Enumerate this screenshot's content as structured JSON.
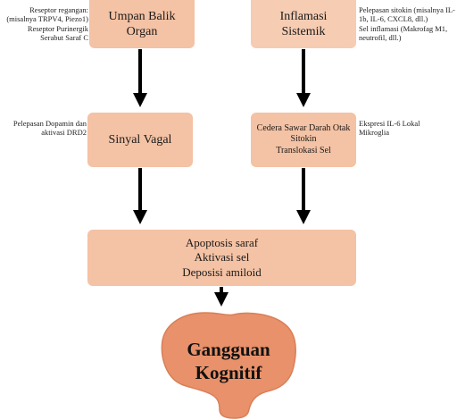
{
  "boxes": {
    "umpan_balik": {
      "line1": "Umpan Balik",
      "line2": "Organ"
    },
    "inflamasi": {
      "line1": "Inflamasi",
      "line2": "Sistemik"
    },
    "sinyal_vagal": {
      "label": "Sinyal Vagal"
    },
    "cedera": {
      "line1": "Cedera Sawar Darah Otak",
      "line2": "Sitokin",
      "line3": "Translokasi Sel"
    },
    "apoptosis": {
      "line1": "Apoptosis saraf",
      "line2": "Aktivasi sel",
      "line3": "Deposisi amiloid"
    }
  },
  "notes": {
    "top_left": {
      "line1": "Reseptor regangan:",
      "line2": "(misalnya TRPV4, Piezo1)",
      "line3": "Reseptor Purinergik",
      "line4": "Serabut Saraf C"
    },
    "top_right": {
      "line1": "Pelepasan sitokin (misalnya IL-",
      "line2": "1b, IL-6, CXCL8, dll.)",
      "line3": "Sel inflamasi (Makrofag M1,",
      "line4": "neutrofil, dll.)"
    },
    "mid_left": {
      "line1": "Pelepasan Dopamin dan",
      "line2": "aktivasi DRD2"
    },
    "mid_right": {
      "line1": "Ekspresi IL-6 Lokal",
      "line2": "Mikroglia"
    }
  },
  "outcome": {
    "line1": "Gangguan",
    "line2": "Kognitif"
  },
  "colors": {
    "box_fill": "#f4c2a4",
    "brain_fill": "#e8916a",
    "brain_stroke": "#d97f57",
    "arrow": "#000000"
  }
}
